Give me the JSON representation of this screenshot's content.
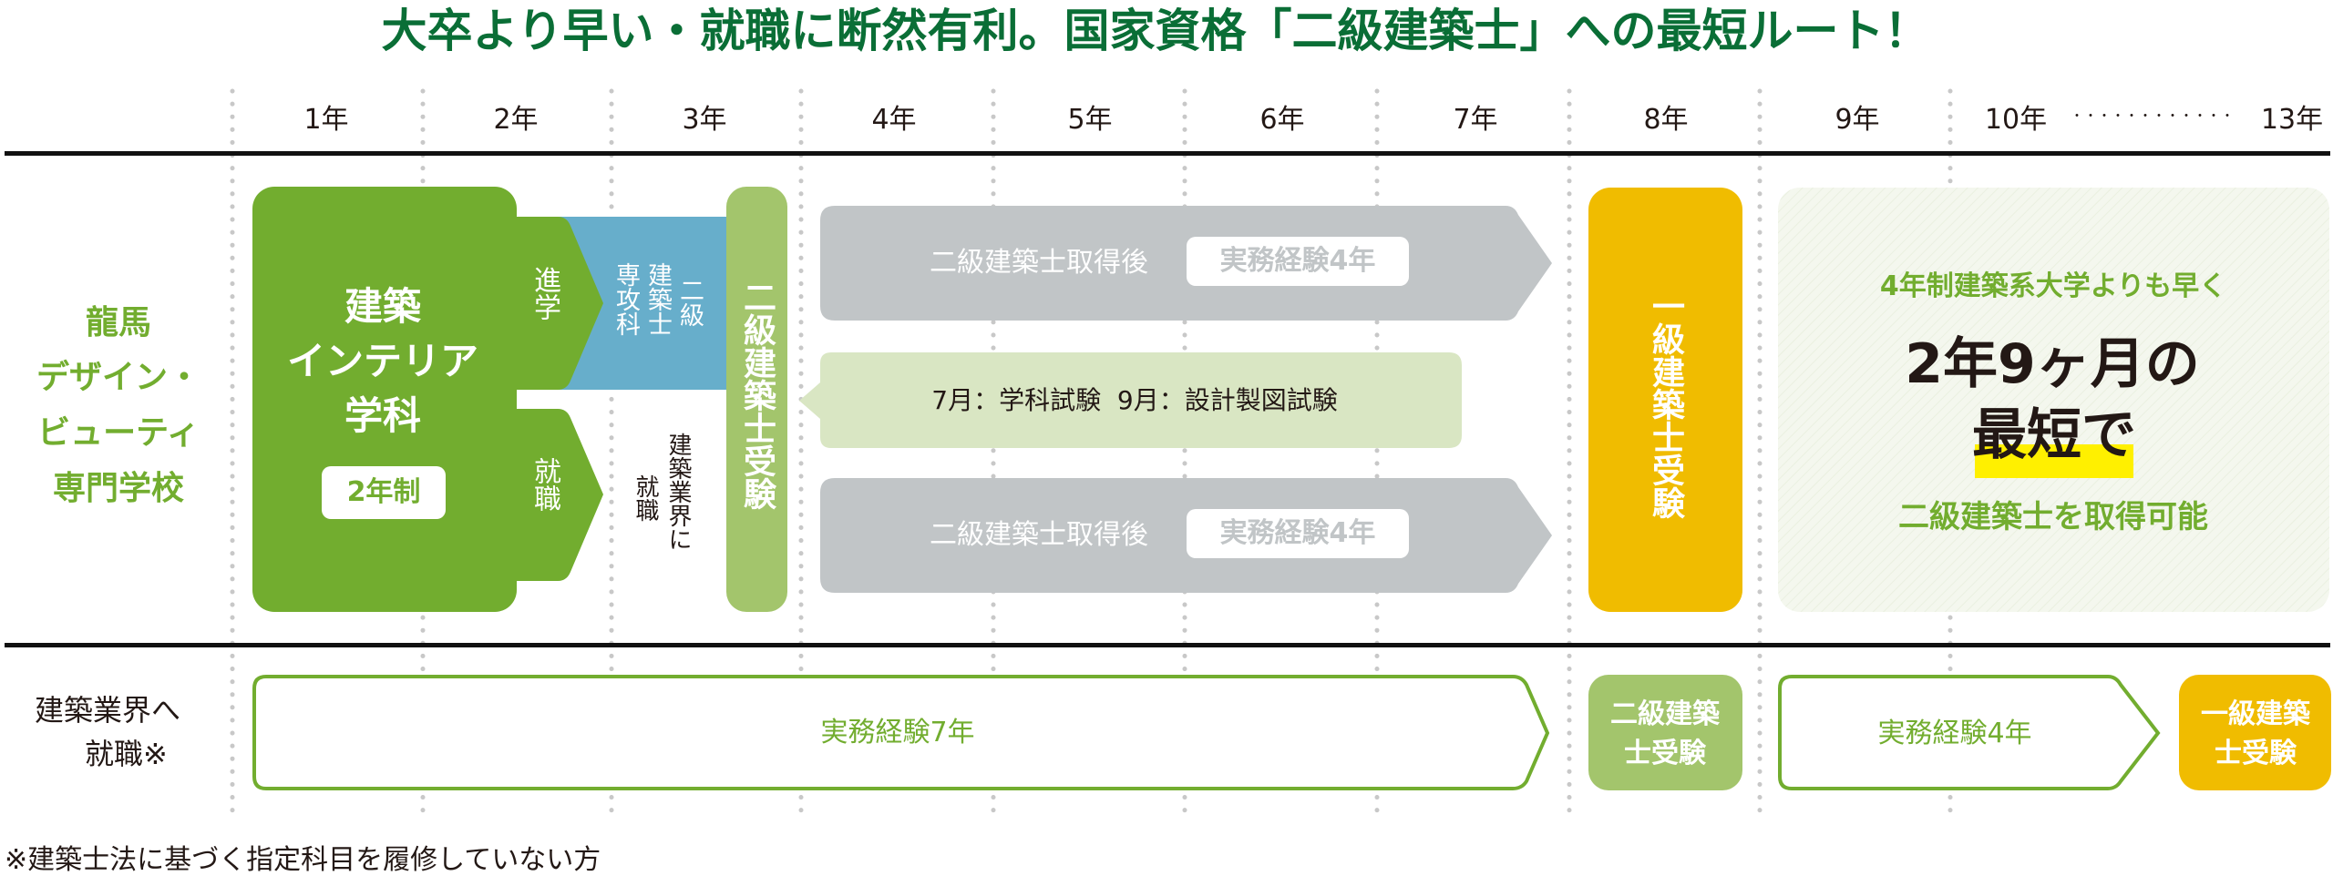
{
  "title": "大卒より早い・就職に断然有利。国家資格「二級建築士」への最短ルート！",
  "years": [
    "1年",
    "2年",
    "3年",
    "4年",
    "5年",
    "6年",
    "7年",
    "8年",
    "9年",
    "10年",
    "13年"
  ],
  "years_ellipsis": "・・・・・・・・・・・・",
  "school": {
    "lines": [
      "龍馬",
      "デザイン・",
      "ビューティ",
      "専門学校"
    ]
  },
  "course": {
    "lines": [
      "建築",
      "インテリア",
      "学科"
    ],
    "badge": "2年制"
  },
  "branches": {
    "advance": "進学",
    "employ": "就職",
    "senkoka": {
      "col1": "二級",
      "col2": "建築士",
      "col3": "専攻科"
    },
    "industry": {
      "col1": "建築業界に",
      "col2": "就職"
    }
  },
  "exam2": "二級建築士受験",
  "experience_bars": [
    {
      "label": "二級建築士取得後",
      "badge": "実務経験4年"
    },
    {
      "label": "二級建築士取得後",
      "badge": "実務経験4年"
    }
  ],
  "exam_schedule": "7月：学科試験  9月：設計製図試験",
  "exam1": "一級建築士受験",
  "highlight": {
    "lead": "4年制建築系大学よりも早く",
    "big1": "2年9ヶ月の",
    "big2": "最短で",
    "tail": "二級建築士を取得可能"
  },
  "bottom_row": {
    "label_line1": "建築業界へ",
    "label_line2": "就職※",
    "experience7": "実務経験7年",
    "exam2_line1": "二級建築",
    "exam2_line2": "士受験",
    "experience4": "実務経験4年",
    "exam1_line1": "一級建築",
    "exam1_line2": "士受験"
  },
  "footnote": "※建築士法に基づく指定科目を履修していない方",
  "colors": {
    "title": "#0a6e36",
    "green": "#72ad2f",
    "light_green": "#a3c56c",
    "pale_green": "#d9e6c3",
    "blue": "#67aecb",
    "gray": "#c1c5c7",
    "yellow": "#f0bc00",
    "highlight_bg": "#f4f7ee",
    "marker": "#fff000"
  }
}
